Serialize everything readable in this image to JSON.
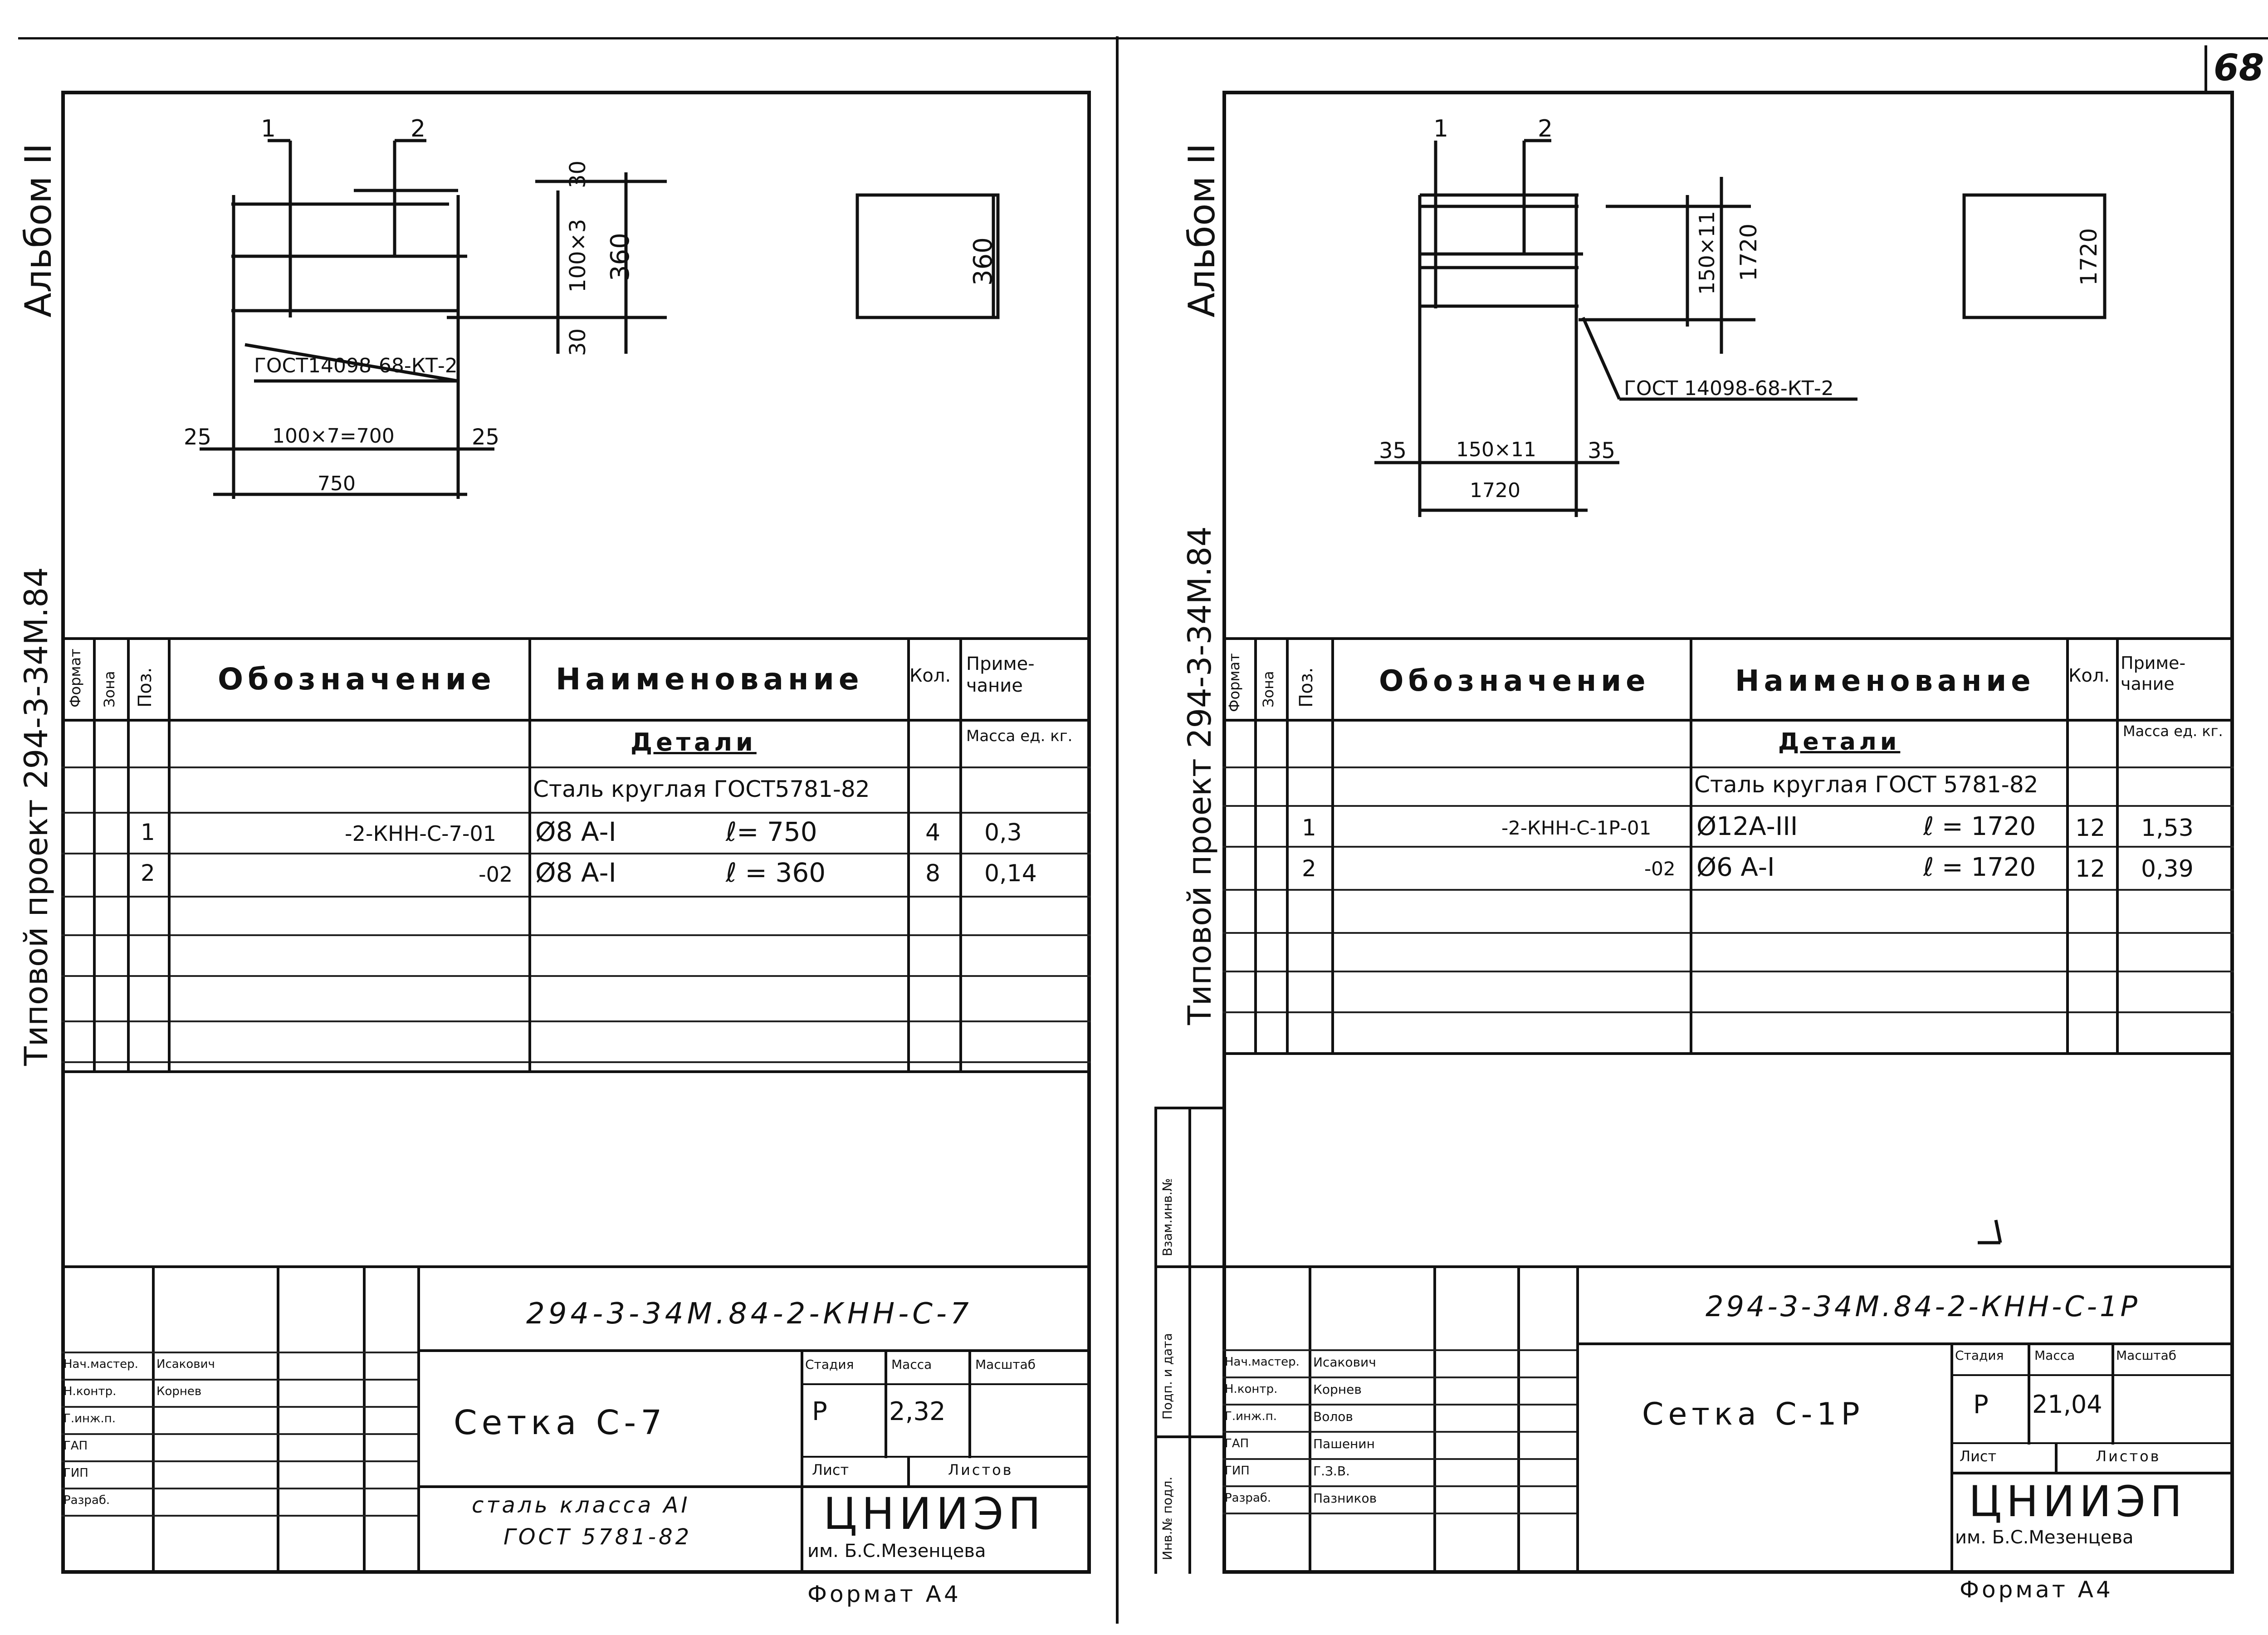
{
  "page_number": "68",
  "left": {
    "album": "Альбом II",
    "project": "Типовой проект 294-3-34М.84",
    "dims": {
      "pos1": "1",
      "pos2": "2",
      "top30": "30",
      "mid": "100×3",
      "bot30": "30",
      "h360": "360",
      "gost": "ГОСТ14098-68-КТ-2",
      "left25": "25",
      "span": "100×7=700",
      "right25": "25",
      "total": "750",
      "side360": "360"
    },
    "table": {
      "headers": {
        "format": "Формат",
        "zone": "Зона",
        "pos": "Поз.",
        "designation": "Обозначение",
        "name": "Наименование",
        "qty": "Кол.",
        "note": "Приме-чание"
      },
      "section": "Детали",
      "mass_label": "Масса ед. кг.",
      "material": "Сталь круглая ГОСТ5781-82",
      "rows": [
        {
          "pos": "1",
          "designation": "-2-КНН-С-7-01",
          "name": "Ø8 А-I",
          "length": "ℓ= 750",
          "qty": "4",
          "note": "0,3"
        },
        {
          "pos": "2",
          "designation": "-02",
          "name": "Ø8 А-I",
          "length": "ℓ = 360",
          "qty": "8",
          "note": "0,14"
        }
      ]
    },
    "title_block": {
      "code": "294-3-34М.84-2-КНН-С-7",
      "title": "Сетка С-7",
      "material_line1": "сталь класса АI",
      "material_line2": "ГОСТ 5781-82",
      "stage_label": "Стадия",
      "mass_label": "Масса",
      "scale_label": "Масштаб",
      "stage": "Р",
      "mass": "2,32",
      "sheet_label": "Лист",
      "sheets_label": "Листов",
      "org1": "ЦНИИЭП",
      "org2": "им. Б.С.Мезенцева",
      "roles": [
        "Нач.мастер.",
        "Н.контр.",
        "Г.инж.п.",
        "ГАП",
        "ГИП",
        "Разраб."
      ],
      "names": [
        "Исакович",
        "Корнев",
        "",
        "",
        "",
        ""
      ]
    },
    "format": "Формат А4"
  },
  "right": {
    "album": "Альбом II",
    "project": "Типовой проект 294-3-34М.84",
    "dims": {
      "pos1": "1",
      "pos2": "2",
      "mid": "150×11",
      "h1720": "1720",
      "gost": "ГОСТ 14098-68-КТ-2",
      "left35": "35",
      "span": "150×11",
      "right35": "35",
      "total": "1720",
      "side1720": "1720"
    },
    "table": {
      "headers": {
        "format": "Формат",
        "zone": "Зона",
        "pos": "Поз.",
        "designation": "Обозначение",
        "name": "Наименование",
        "qty": "Кол.",
        "note": "Приме-чание"
      },
      "section": "Детали",
      "mass_label": "Масса ед. кг.",
      "material": "Сталь круглая ГОСТ 5781-82",
      "rows": [
        {
          "pos": "1",
          "designation": "-2-КНН-С-1Р-01",
          "name": "Ø12А-III",
          "length": "ℓ = 1720",
          "qty": "12",
          "note": "1,53"
        },
        {
          "pos": "2",
          "designation": "-02",
          "name": "Ø6 А-I",
          "length": "ℓ = 1720",
          "qty": "12",
          "note": "0,39"
        }
      ]
    },
    "side_labels": [
      "Взам.инв.№",
      "Подп. и дата",
      "Инв.№ подл."
    ],
    "title_block": {
      "code": "294-3-34М.84-2-КНН-С-1Р",
      "title": "Сетка С-1Р",
      "stage_label": "Стадия",
      "mass_label": "Масса",
      "scale_label": "Масштаб",
      "stage": "Р",
      "mass": "21,04",
      "sheet_label": "Лист",
      "sheets_label": "Листов",
      "org1": "ЦНИИЭП",
      "org2": "им. Б.С.Мезенцева",
      "roles": [
        "Нач.мастер.",
        "Н.контр.",
        "Г.инж.п.",
        "ГАП",
        "ГИП",
        "Разраб."
      ],
      "names": [
        "Исакович",
        "Корнев",
        "Волов",
        "Пашенин",
        "Г.З.В.",
        "Пазников"
      ]
    },
    "format": "Формат А4"
  }
}
